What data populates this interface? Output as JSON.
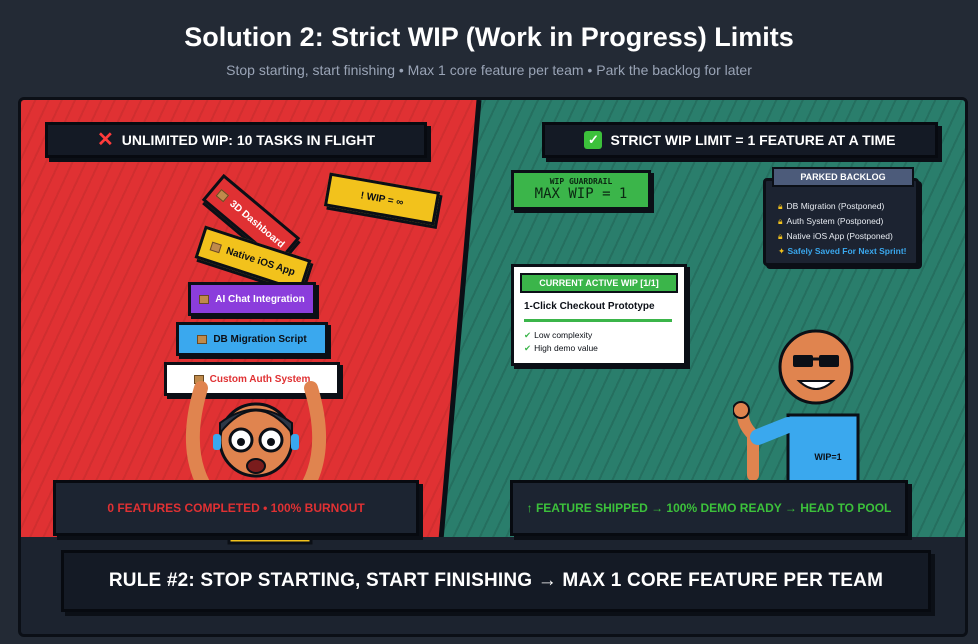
{
  "title": "Solution 2: Strict WIP (Work in Progress) Limits",
  "subtitle": "Stop starting, start finishing • Max 1 core feature per team • Park the backlog for later",
  "left": {
    "header": "UNLIMITED WIP: 10 TASKS IN FLIGHT",
    "tasks": [
      "3D Dashboard",
      "! WIP = ∞",
      "Native iOS App",
      "AI Chat Integration",
      "DB Migration Script",
      "Custom Auth System"
    ],
    "status": "0 FEATURES COMPLETED • 100% BURNOUT"
  },
  "right": {
    "header": "STRICT WIP LIMIT = 1 FEATURE AT A TIME",
    "guardrail_label": "WIP GUARDRAIL",
    "guardrail_value": "MAX WIP = 1",
    "parked_title": "PARKED BACKLOG",
    "parked_items": [
      "DB Migration (Postponed)",
      "Auth System (Postponed)",
      "Native iOS App (Postponed)"
    ],
    "parked_note": "Safely Saved For Next Sprint!",
    "active_header": "CURRENT ACTIVE WIP [1/1]",
    "active_name": "1-Click Checkout Prototype",
    "active_points": [
      "Low complexity",
      "High demo value"
    ],
    "shirt_label": "WIP=1",
    "status": "↑ FEATURE SHIPPED → 100% DEMO READY → HEAD TO POOL"
  },
  "rule": "RULE #2: STOP STARTING, START FINISHING → MAX 1 CORE FEATURE PER TEAM",
  "colors": {
    "red": "#e03133",
    "green": "#2a7e6c",
    "accent_green": "#3cc13b",
    "dark": "#141a25"
  }
}
